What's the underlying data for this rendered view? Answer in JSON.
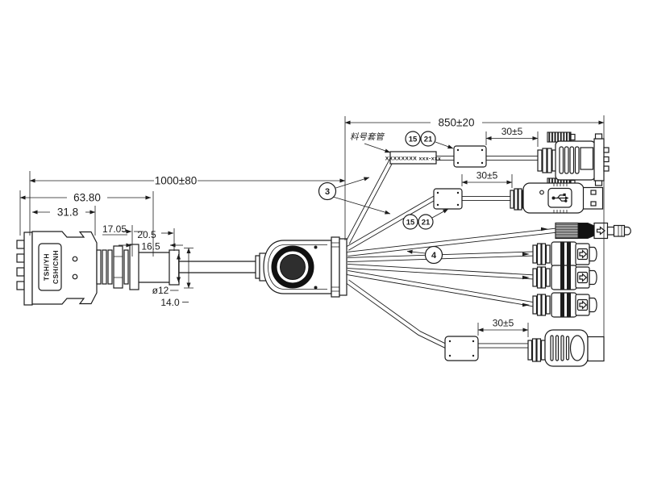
{
  "drawing": {
    "line_color": "#1c1c1c",
    "background_color": "#ffffff",
    "dims": {
      "total": "1000±80",
      "breakout": "850±20",
      "connector_overall": "63.80",
      "connector_body": "31.8",
      "boot_a": "17.05",
      "boot_b": "20.5",
      "boot_c": "16.5",
      "ring_dia": "ø12",
      "ring_width": "14.0",
      "gap_vga": "30±5",
      "gap_usb": "30±5",
      "gap_hdmi": "30±5"
    },
    "labels": {
      "sleeve_note": "料号套管",
      "sleeve_text": "XXXXXXXX xxx-xxx",
      "marking_line1": "TSH/YH",
      "marking_line2": "CSH/CNH"
    },
    "callouts": {
      "wire_group_a": "3",
      "wire_group_b": "4",
      "ferrite_part_a": "15",
      "ferrite_part_b": "21"
    }
  }
}
